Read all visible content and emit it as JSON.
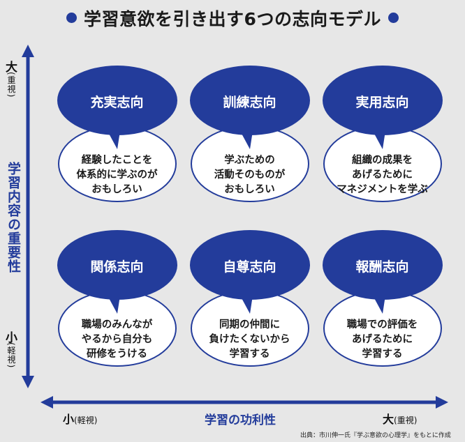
{
  "title": "学習意欲を引き出す6つの志向モデル",
  "colors": {
    "accent": "#233c9b",
    "background": "#e7e7e7"
  },
  "y_axis": {
    "title": "学習内容の重要性",
    "top_label": "大",
    "top_paren": "(重視)",
    "bottom_label": "小",
    "bottom_paren": "(軽視)"
  },
  "x_axis": {
    "title": "学習の功利性",
    "left_label": "小",
    "left_paren": "(軽視)",
    "right_label": "大",
    "right_paren": "(重視)"
  },
  "source": "出典：市川伸一氏『学ぶ意欲の心理学』をもとに作成",
  "cells": [
    {
      "name": "充実志向",
      "lines": [
        "経験したことを",
        "体系的に学ぶのが",
        "おもしろい"
      ]
    },
    {
      "name": "訓練志向",
      "lines": [
        "学ぶための",
        "活動そのものが",
        "おもしろい"
      ]
    },
    {
      "name": "実用志向",
      "lines": [
        "組織の成果を",
        "あげるために",
        "マネジメントを学ぶ"
      ]
    },
    {
      "name": "関係志向",
      "lines": [
        "職場のみんなが",
        "やるから自分も",
        "研修をうける"
      ]
    },
    {
      "name": "自尊志向",
      "lines": [
        "同期の仲間に",
        "負けたくないから",
        "学習する"
      ]
    },
    {
      "name": "報酬志向",
      "lines": [
        "職場での評価を",
        "あげるために",
        "学習する"
      ]
    }
  ]
}
